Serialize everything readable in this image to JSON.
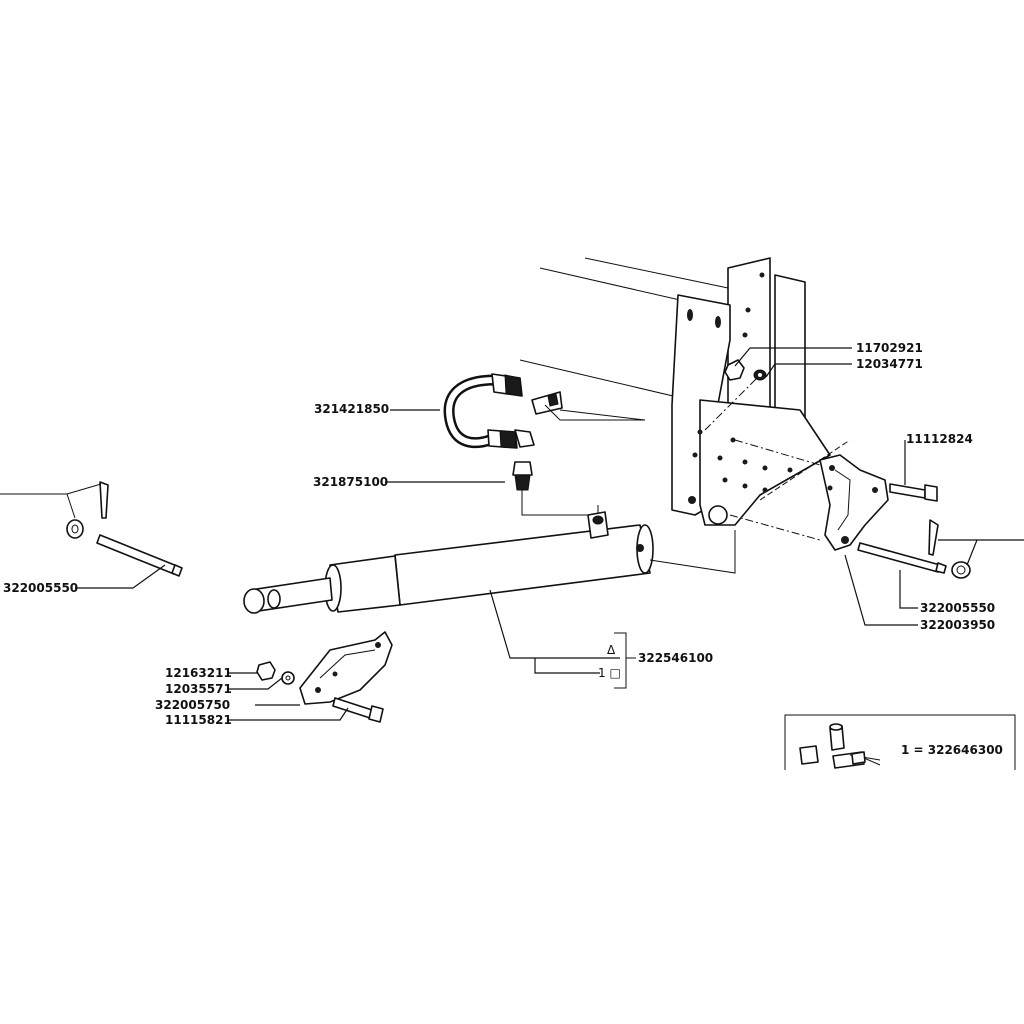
{
  "diagram": {
    "parts": {
      "hose": "321421850",
      "fitting": "321875100",
      "nut_top": "11702921",
      "washer_top": "12034771",
      "bolt_right": "11112824",
      "pin_right": "322005550",
      "bracket_right": "322003950",
      "pin_left": "322005550",
      "cylinder": "322546100",
      "cylinder_sym_triangle": "Δ",
      "cylinder_sym_square": "1 □",
      "nut_bottom": "12163211",
      "washer_bottom": "12035571",
      "bracket_bottom": "322005750",
      "bolt_bottom": "11115821"
    },
    "inset": {
      "label": "1 = 322646300"
    }
  },
  "colors": {
    "ink": "#111111",
    "paper": "#ffffff"
  }
}
